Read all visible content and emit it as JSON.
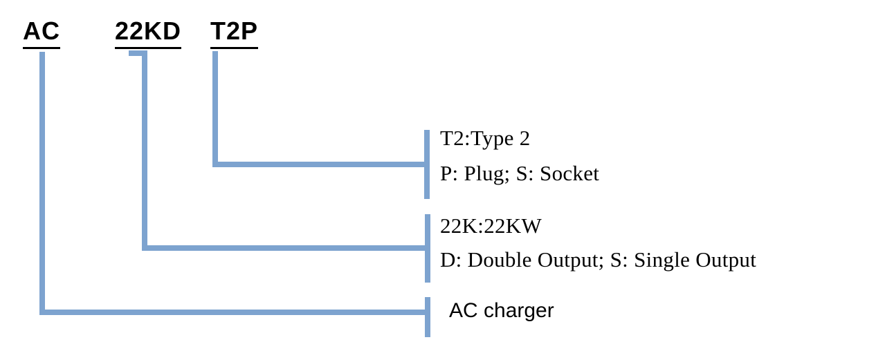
{
  "model_code": {
    "segments": [
      {
        "id": "ac",
        "text": "AC"
      },
      {
        "id": "22kd",
        "text": "22KD"
      },
      {
        "id": "t2p",
        "text": "T2P"
      }
    ]
  },
  "callouts": [
    {
      "id": "t2p",
      "lines": [
        "T2:Type 2",
        "P: Plug; S: Socket"
      ]
    },
    {
      "id": "22kd",
      "lines": [
        "22K:22KW",
        "D: Double Output; S: Single Output"
      ]
    },
    {
      "id": "ac",
      "lines": [
        "AC charger"
      ]
    }
  ],
  "colors": {
    "connector_blue": "#7da3cf",
    "text_black": "#000000"
  }
}
